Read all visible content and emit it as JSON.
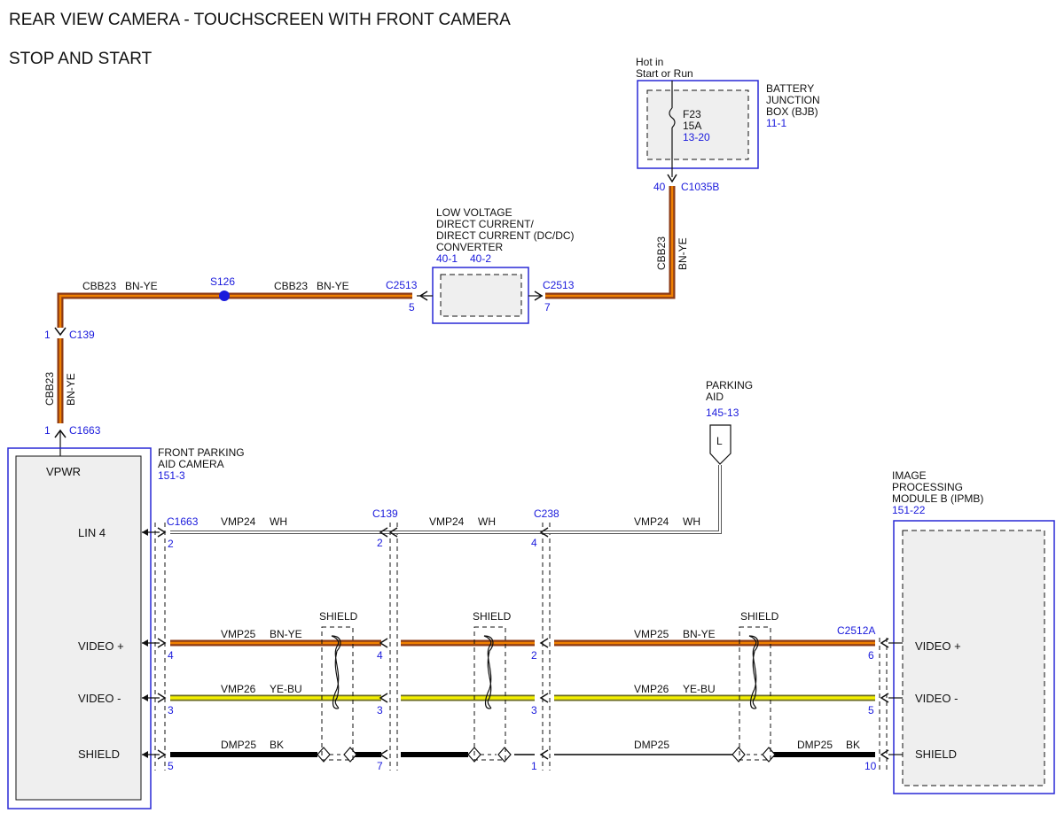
{
  "title": {
    "line1": "REAR VIEW CAMERA - TOUCHSCREEN WITH FRONT CAMERA",
    "line2": "STOP AND START"
  },
  "colors": {
    "brown": "#8b3a16",
    "orange": "#f08000",
    "yellow": "#f3ef00",
    "white_wire": "#ffffff",
    "black": "#000000",
    "box_blue": "#2929d6",
    "ref_blue": "#1a1adc",
    "module_fill": "#efefef"
  },
  "bjb": {
    "hot_line1": "Hot in",
    "hot_line2": "Start or Run",
    "name_line1": "BATTERY",
    "name_line2": "JUNCTION",
    "name_line3": "BOX (BJB)",
    "ref": "11-1",
    "fuse_name": "F23",
    "fuse_rating": "15A",
    "fuse_ref": "13-20"
  },
  "c1035b": {
    "pin": "40",
    "name": "C1035B"
  },
  "dcdc": {
    "name_line1": "LOW VOLTAGE",
    "name_line2": "DIRECT CURRENT/",
    "name_line3": "DIRECT CURRENT (DC/DC)",
    "name_line4": "CONVERTER",
    "ref1": "40-1",
    "ref2": "40-2",
    "conn_left": "C2513",
    "pin_left": "5",
    "conn_right": "C2513",
    "pin_right": "7"
  },
  "power_wire": {
    "circuit": "CBB23",
    "color": "BN-YE"
  },
  "splice": {
    "name": "S126"
  },
  "c139_top": {
    "pin": "1",
    "name": "C139"
  },
  "c1663_top": {
    "pin": "1",
    "name": "C1663"
  },
  "fpac": {
    "name_line1": "FRONT PARKING",
    "name_line2": "AID CAMERA",
    "ref": "151-3",
    "pins": {
      "vpwr": "VPWR",
      "lin": "LIN 4",
      "video_pos": "VIDEO +",
      "video_neg": "VIDEO -",
      "shield": "SHIELD"
    }
  },
  "parking_aid": {
    "name_line1": "PARKING",
    "name_line2": "AID",
    "ref": "145-13",
    "symbol": "L"
  },
  "ipmb": {
    "name_line1": "IMAGE",
    "name_line2": "PROCESSING",
    "name_line3": "MODULE B (IPMB)",
    "ref": "151-22",
    "pins": {
      "video_pos": "VIDEO +",
      "video_neg": "VIDEO -",
      "shield": "SHIELD"
    },
    "conn": "C2512A"
  },
  "connectors": {
    "c1663": "C1663",
    "c139": "C139",
    "c238": "C238"
  },
  "shield_label": "SHIELD",
  "wires": {
    "lin": {
      "circuit": "VMP24",
      "color": "WH",
      "pin_c1663": "2",
      "pin_c139": "2",
      "pin_c238": "4"
    },
    "vpos": {
      "circuit": "VMP25",
      "color": "BN-YE",
      "pin_c1663": "4",
      "pin_c139": "4",
      "pin_c238": "2",
      "pin_c2512a": "6"
    },
    "vneg": {
      "circuit": "VMP26",
      "color": "YE-BU",
      "pin_c1663": "3",
      "pin_c139": "3",
      "pin_c238": "3",
      "pin_c2512a": "5"
    },
    "drain": {
      "circuit": "DMP25",
      "color": "BK",
      "pin_c1663": "5",
      "pin_c139": "7",
      "pin_c238": "1",
      "pin_c2512a": "10"
    }
  }
}
